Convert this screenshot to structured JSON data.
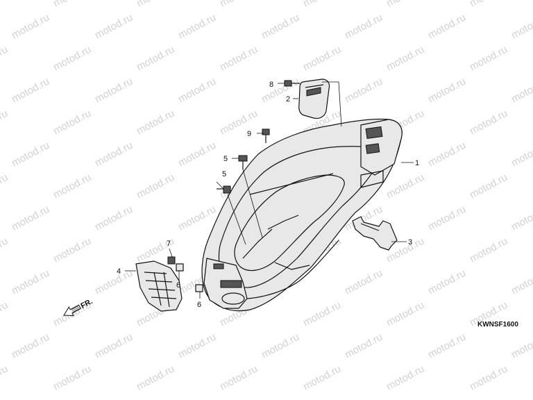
{
  "watermark_text": "motod.ru",
  "diagram_code": "KWNSF1600",
  "direction_label": "FR.",
  "callouts": [
    {
      "id": "callout-1",
      "label": "1"
    },
    {
      "id": "callout-2",
      "label": "2"
    },
    {
      "id": "callout-3",
      "label": "3"
    },
    {
      "id": "callout-4",
      "label": "4"
    },
    {
      "id": "callout-5a",
      "label": "5"
    },
    {
      "id": "callout-5b",
      "label": "5"
    },
    {
      "id": "callout-6a",
      "label": "6"
    },
    {
      "id": "callout-6b",
      "label": "6"
    },
    {
      "id": "callout-7",
      "label": "7"
    },
    {
      "id": "callout-8",
      "label": "8"
    },
    {
      "id": "callout-9",
      "label": "9"
    }
  ]
}
